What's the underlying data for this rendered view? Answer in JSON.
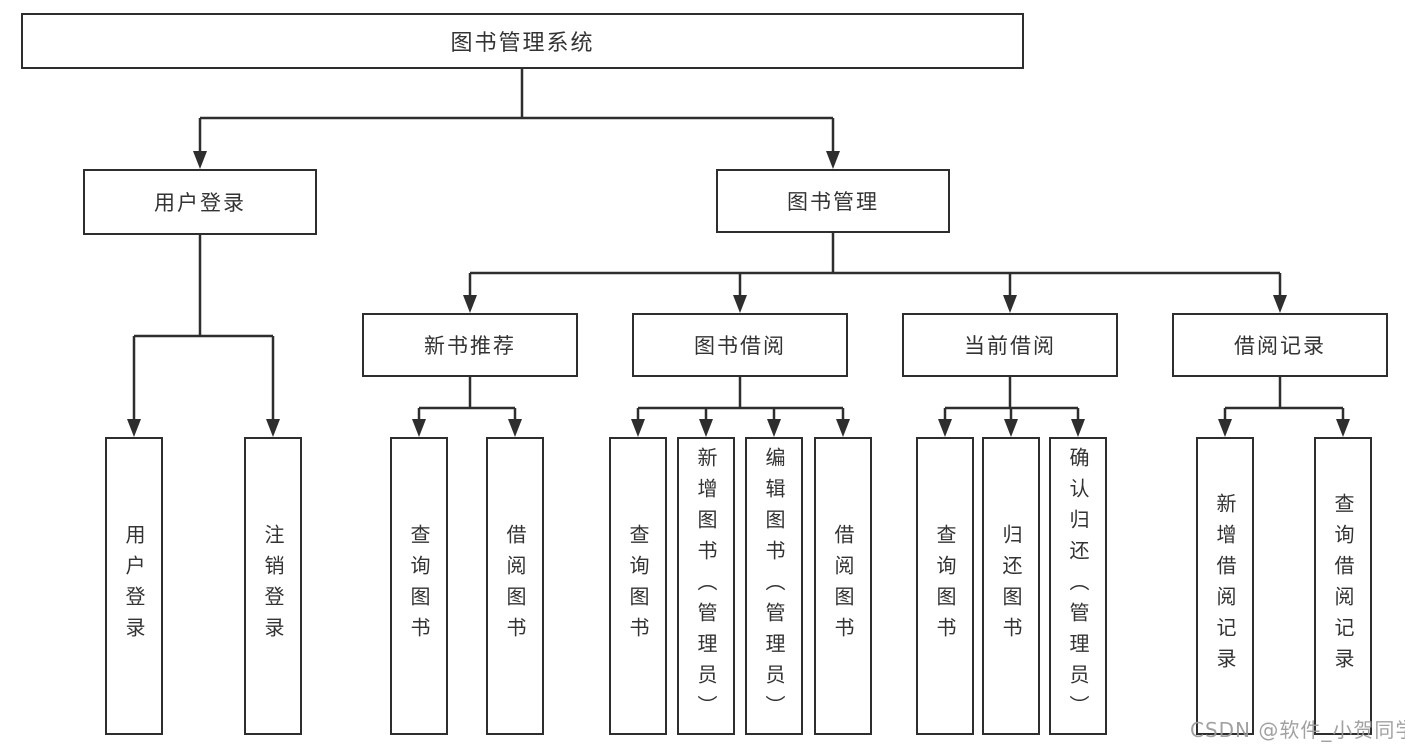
{
  "tree": {
    "label": "图书管理系统",
    "children": [
      {
        "label": "用户登录",
        "children": [
          {
            "label": "用户登录"
          },
          {
            "label": "注销登录"
          }
        ]
      },
      {
        "label": "图书管理",
        "children": [
          {
            "label": "新书推荐",
            "children": [
              {
                "label": "查询图书"
              },
              {
                "label": "借阅图书"
              }
            ]
          },
          {
            "label": "图书借阅",
            "children": [
              {
                "label": "查询图书"
              },
              {
                "label": "新增图书（管理员）"
              },
              {
                "label": "编辑图书（管理员）"
              },
              {
                "label": "借阅图书"
              }
            ]
          },
          {
            "label": "当前借阅",
            "children": [
              {
                "label": "查询图书"
              },
              {
                "label": "归还图书"
              },
              {
                "label": "确认归还（管理员）"
              }
            ]
          },
          {
            "label": "借阅记录",
            "children": [
              {
                "label": "新增借阅记录"
              },
              {
                "label": "查询借阅记录"
              }
            ]
          }
        ]
      }
    ]
  },
  "watermark": "CSDN @软件_小贺同学",
  "colors": {
    "line": "#2e2e2e",
    "text": "#333333",
    "background": "#ffffff",
    "watermark": "#9a9a9a"
  }
}
